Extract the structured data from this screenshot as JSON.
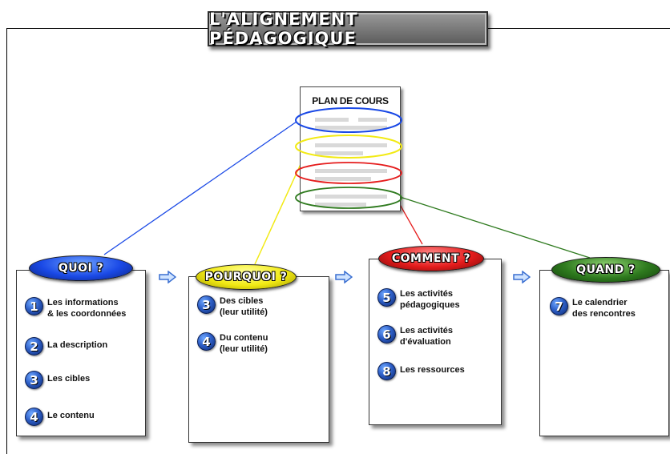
{
  "title": "L'ALIGNEMENT PÉDAGOGIQUE",
  "document": {
    "title": "PLAN DE COURS"
  },
  "colors": {
    "quoi": "#1a49e6",
    "pourquoi": "#f2ea14",
    "comment": "#e51c1c",
    "quand": "#2e7a1e"
  },
  "columns": [
    {
      "label": "QUOI ?",
      "items": [
        {
          "num": "1",
          "text": "Les informations\n& les coordonnées"
        },
        {
          "num": "2",
          "text": "La description"
        },
        {
          "num": "3",
          "text": "Les cibles"
        },
        {
          "num": "4",
          "text": "Le contenu"
        }
      ]
    },
    {
      "label": "POURQUOI ?",
      "items": [
        {
          "num": "3",
          "text": "Des cibles\n(leur utilité)"
        },
        {
          "num": "4",
          "text": "Du contenu\n(leur utilité)"
        }
      ]
    },
    {
      "label": "COMMENT ?",
      "items": [
        {
          "num": "5",
          "text": "Les activités\npédagogiques"
        },
        {
          "num": "6",
          "text": "Les activités\nd'évaluation"
        },
        {
          "num": "8",
          "text": "Les ressources"
        }
      ]
    },
    {
      "label": "QUAND ?",
      "items": [
        {
          "num": "7",
          "text": "Le calendrier\ndes rencontres"
        }
      ]
    }
  ]
}
